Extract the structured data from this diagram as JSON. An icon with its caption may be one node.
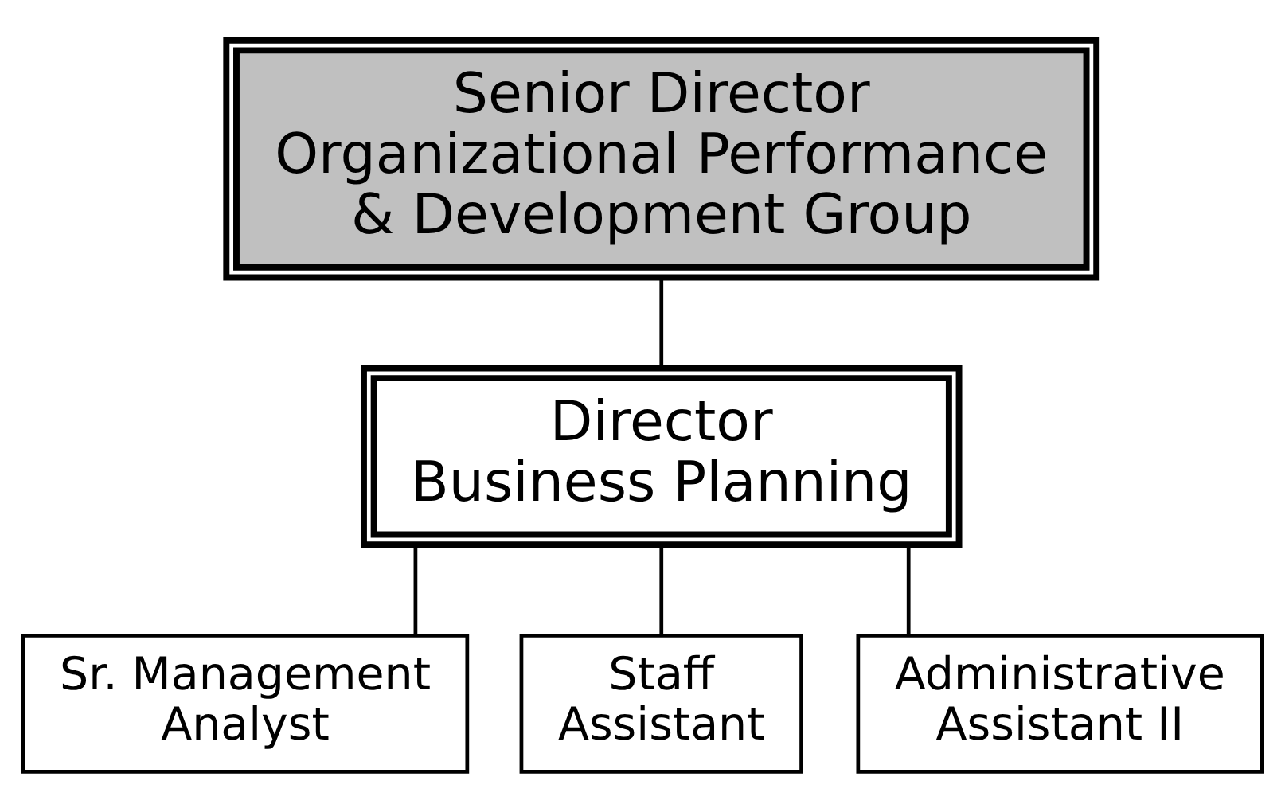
{
  "diagram": {
    "nodes": [
      {
        "text": [
          "Senior Director",
          "Organizational Performance & Development Group"
        ]
      },
      {
        "text": [
          "Director",
          "Business Planning"
        ]
      },
      {
        "text": [
          "Sr. Management Analyst"
        ]
      },
      {
        "text": [
          "Staff Assistant"
        ]
      },
      {
        "text": [
          "Administrative Assistant II"
        ]
      }
    ],
    "edges": [
      {
        "from": 0,
        "to": 1,
        "arrow": "none"
      },
      {
        "from": 1,
        "to": 2,
        "arrow": "none"
      },
      {
        "from": 1,
        "to": 3,
        "arrow": "none"
      },
      {
        "from": 1,
        "to": 4,
        "arrow": "none"
      }
    ]
  }
}
